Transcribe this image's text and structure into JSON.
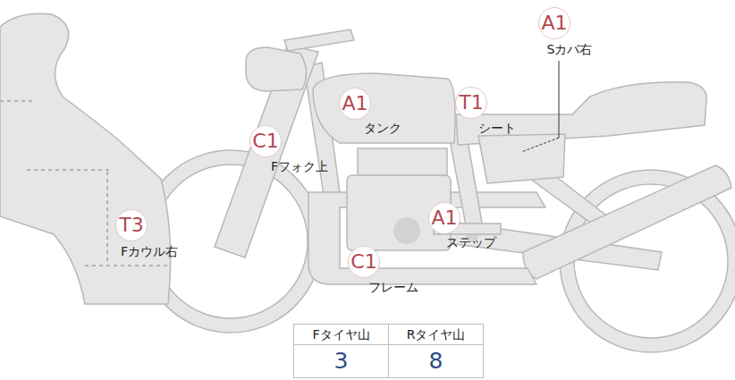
{
  "diagram": {
    "nodes": [
      {
        "text": [
          "A1",
          "Sカバ右"
        ]
      },
      {
        "text": [
          "A1",
          "タンク"
        ]
      },
      {
        "text": [
          "T1",
          "シート"
        ]
      },
      {
        "text": [
          "C1",
          "Fフォク上"
        ]
      },
      {
        "text": [
          "A1",
          "ステップ"
        ]
      },
      {
        "text": [
          "T3",
          "Fカウル右"
        ]
      },
      {
        "text": [
          "C1",
          "フレーム"
        ]
      }
    ],
    "labels": [
      "Fタイヤ山",
      "Rタイヤ山",
      "3",
      "8"
    ]
  }
}
